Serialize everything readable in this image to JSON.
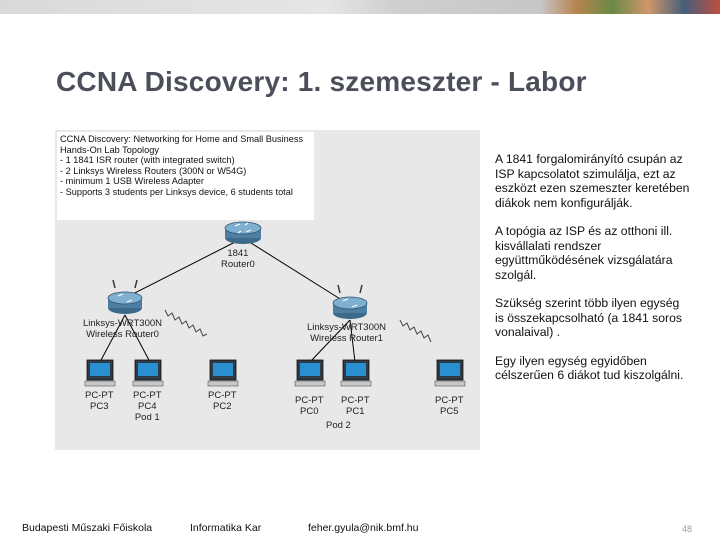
{
  "slide": {
    "title": "CCNA Discovery: 1. szemeszter - Labor",
    "figure": {
      "legend": [
        "CCNA Discovery: Networking for Home and Small Business",
        "Hands-On Lab Topology",
        "- 1 1841 ISR router (with integrated switch)",
        "- 2 Linksys Wireless Routers (300N or W54G)",
        "- minimum 1 USB Wireless Adapter",
        "- Supports 3 students per Linksys device, 6 students total"
      ],
      "router": {
        "line1": "1841",
        "line2": "Router0"
      },
      "wrt0": {
        "line1": "Linksys-WRT300N",
        "line2": "Wireless Router0"
      },
      "wrt1": {
        "line1": "Linksys-WRT300N",
        "line2": "Wireless Router1"
      },
      "pcs": [
        {
          "type": "PC-PT",
          "name": "PC3"
        },
        {
          "type": "PC-PT",
          "name": "PC4"
        },
        {
          "type": "PC-PT",
          "name": "PC2"
        },
        {
          "type": "PC-PT",
          "name": "PC0"
        },
        {
          "type": "PC-PT",
          "name": "PC1"
        },
        {
          "type": "PC-PT",
          "name": "PC5"
        }
      ],
      "pod1": "Pod 1",
      "pod2": "Pod 2"
    },
    "bullets": [
      "A 1841 forgalomirányító csupán az ISP kapcsolatot szimulálja, ezt az eszközt ezen szemeszter keretében diákok nem konfigurálják.",
      "A topógia az ISP és az otthoni ill. kisvállalati rendszer együttműködésének vizsgálatára szolgál.",
      "Szükség szerint több ilyen egység is összekapcsolható (a 1841 soros vonalaival) .",
      "Egy ilyen egység egyidőben célszerűen 6 diákot tud kiszolgálni."
    ],
    "footer": {
      "school": "Budapesti Műszaki Főiskola",
      "dept": "Informatika Kar",
      "email": "feher.gyula@nik.bmf.hu",
      "page": "48"
    }
  }
}
